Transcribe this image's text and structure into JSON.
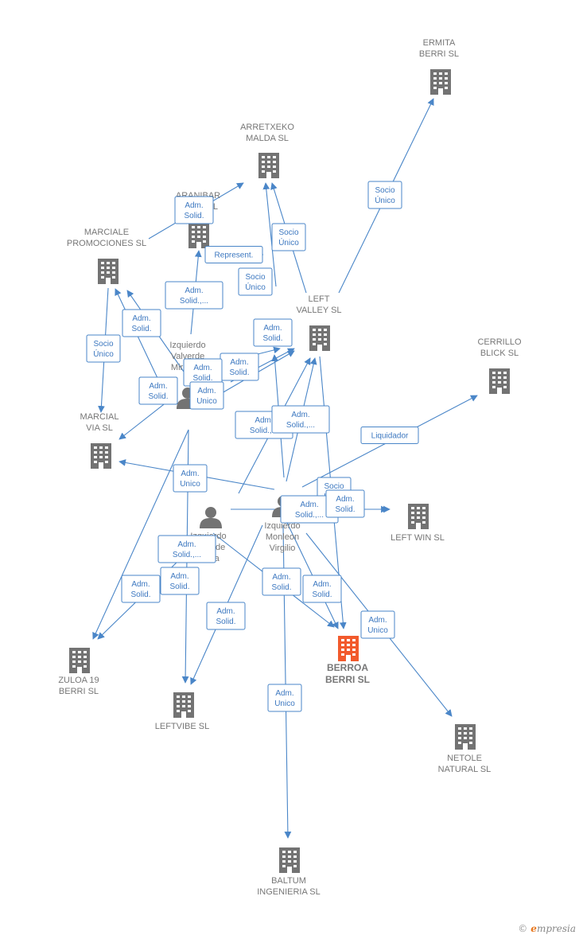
{
  "colors": {
    "edge": "#4a86c8",
    "building": "#737373",
    "focus": "#f25a2c",
    "person": "#737373"
  },
  "nodes": [
    {
      "id": "ermita",
      "type": "company",
      "lines": [
        "ERMITA",
        "BERRI  SL"
      ]
    },
    {
      "id": "arretxeko",
      "type": "company",
      "lines": [
        "ARRETXEKO",
        "MALDA  SL"
      ]
    },
    {
      "id": "aranibar",
      "type": "company",
      "lines": [
        "ARANIBAR",
        "BERRI  SL"
      ]
    },
    {
      "id": "marciale",
      "type": "company",
      "lines": [
        "MARCIALE",
        "PROMOCIONES SL"
      ]
    },
    {
      "id": "leftvalley",
      "type": "company",
      "lines": [
        "LEFT",
        "VALLEY SL"
      ]
    },
    {
      "id": "cerrillo",
      "type": "company",
      "lines": [
        "CERRILLO",
        "BLICK SL"
      ]
    },
    {
      "id": "marcialvia",
      "type": "company",
      "lines": [
        "MARCIAL",
        "VIA SL"
      ]
    },
    {
      "id": "leftwin",
      "type": "company",
      "lines": [
        "LEFT WIN  SL"
      ]
    },
    {
      "id": "zuloa",
      "type": "company",
      "lines": [
        "ZULOA 19",
        "BERRI  SL"
      ]
    },
    {
      "id": "leftvibe",
      "type": "company",
      "lines": [
        "LEFTVIBE  SL"
      ]
    },
    {
      "id": "berroa",
      "type": "focus",
      "lines": [
        "BERROA",
        "BERRI  SL"
      ]
    },
    {
      "id": "netole",
      "type": "company",
      "lines": [
        "NETOLE",
        "NATURAL SL"
      ]
    },
    {
      "id": "baltum",
      "type": "company",
      "lines": [
        "BALTUM",
        "INGENIERIA SL"
      ]
    },
    {
      "id": "mirentxu",
      "type": "person",
      "lines": [
        "Izquierdo",
        "Valverde",
        "Mirentxu"
      ]
    },
    {
      "id": "maria",
      "type": "person",
      "lines": [
        "Izquierdo",
        "Valverde",
        "Maria"
      ]
    },
    {
      "id": "virgilio",
      "type": "person",
      "lines": [
        "Izquierdo",
        "Monleon",
        "Virgilio"
      ]
    }
  ],
  "edges": [
    {
      "from": "leftvalley",
      "to": "ermita",
      "label": [
        "Socio",
        "Único"
      ]
    },
    {
      "from": "leftvalley",
      "to": "arretxeko",
      "label": [
        "Socio",
        "Único"
      ]
    },
    {
      "from": "leftvalley",
      "to": "arretxeko",
      "label": [
        "Socio",
        "Único"
      ]
    },
    {
      "from": "aranibar",
      "to": "arretxeko",
      "label": [
        "Adm.",
        "Solid."
      ]
    },
    {
      "from": "marciale",
      "to": "marcialvia",
      "label": [
        "Socio",
        "Único"
      ]
    },
    {
      "from": "maria",
      "to": "aranibar",
      "label": [
        "Represent."
      ]
    },
    {
      "from": "mirentxu",
      "to": "marciale",
      "label": [
        "Adm.",
        "Solid."
      ]
    },
    {
      "from": "maria",
      "to": "marciale",
      "label": [
        "Adm.",
        "Solid."
      ]
    },
    {
      "from": "mirentxu",
      "to": "aranibar",
      "label": [
        "Adm.",
        "Solid.,..."
      ]
    },
    {
      "from": "virgilio",
      "to": "leftvalley",
      "label": [
        "Adm.",
        "Solid."
      ]
    },
    {
      "from": "mirentxu",
      "to": "leftvalley",
      "label": [
        "Adm.",
        "Solid."
      ]
    },
    {
      "from": "maria",
      "to": "leftvalley",
      "label": [
        "Adm.",
        "Solid.,..."
      ]
    },
    {
      "from": "virgilio",
      "to": "leftvalley",
      "label": [
        "Adm.",
        "Solid.,..."
      ]
    },
    {
      "from": "virgilio",
      "to": "cerrillo",
      "label": [
        "Liquidador"
      ]
    },
    {
      "from": "virgilio",
      "to": "marcialvia",
      "label": [
        "Adm.",
        "Unico"
      ]
    },
    {
      "from": "virgilio",
      "to": "leftwin",
      "label": [
        "Socio",
        "Único"
      ]
    },
    {
      "from": "maria",
      "to": "leftwin",
      "label": [
        "Adm.",
        "Solid.,..."
      ]
    },
    {
      "from": "leftvalley",
      "to": "berroa",
      "label": [
        "Adm.",
        "Solid."
      ]
    },
    {
      "from": "maria",
      "to": "zuloa",
      "label": [
        "Adm.",
        "Solid.,..."
      ]
    },
    {
      "from": "mirentxu",
      "to": "zuloa",
      "label": [
        "Adm.",
        "Solid."
      ]
    },
    {
      "from": "mirentxu",
      "to": "leftvibe",
      "label": [
        "Adm.",
        "Solid."
      ]
    },
    {
      "from": "virgilio",
      "to": "leftvibe",
      "label": [
        "Adm.",
        "Solid."
      ]
    },
    {
      "from": "maria",
      "to": "berroa",
      "label": [
        "Adm.",
        "Solid."
      ]
    },
    {
      "from": "virgilio",
      "to": "berroa",
      "label": [
        "Adm.",
        "Solid."
      ]
    },
    {
      "from": "virgilio",
      "to": "netole",
      "label": [
        "Adm.",
        "Unico"
      ]
    },
    {
      "from": "virgilio",
      "to": "baltum",
      "label": [
        "Adm.",
        "Unico"
      ]
    },
    {
      "from": "mirentxu",
      "to": "marcialvia",
      "label": [
        "Adm.",
        "Solid."
      ]
    },
    {
      "from": "mirentxu",
      "to": "leftvalley",
      "label": [
        "Adm.",
        "Solid."
      ]
    },
    {
      "from": "mirentxu",
      "to": "leftvalley",
      "label": [
        "Adm.",
        "Unico"
      ]
    }
  ],
  "brand": {
    "copyright": "©",
    "e": "e",
    "rest": "mpresia"
  }
}
